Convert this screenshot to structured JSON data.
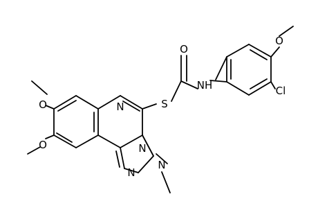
{
  "atoms": {
    "o_methoxy_upper": "O",
    "o_methoxy_lower": "O",
    "n_quinazoline": "N",
    "n_triazole_bridge": "N",
    "n_triazole_right": "N",
    "n_triazole_left": "N",
    "sulfur": "S",
    "o_carbonyl": "O",
    "n_amide": "NH",
    "chlorine": "Cl",
    "o_methoxy_phenyl": "O"
  }
}
